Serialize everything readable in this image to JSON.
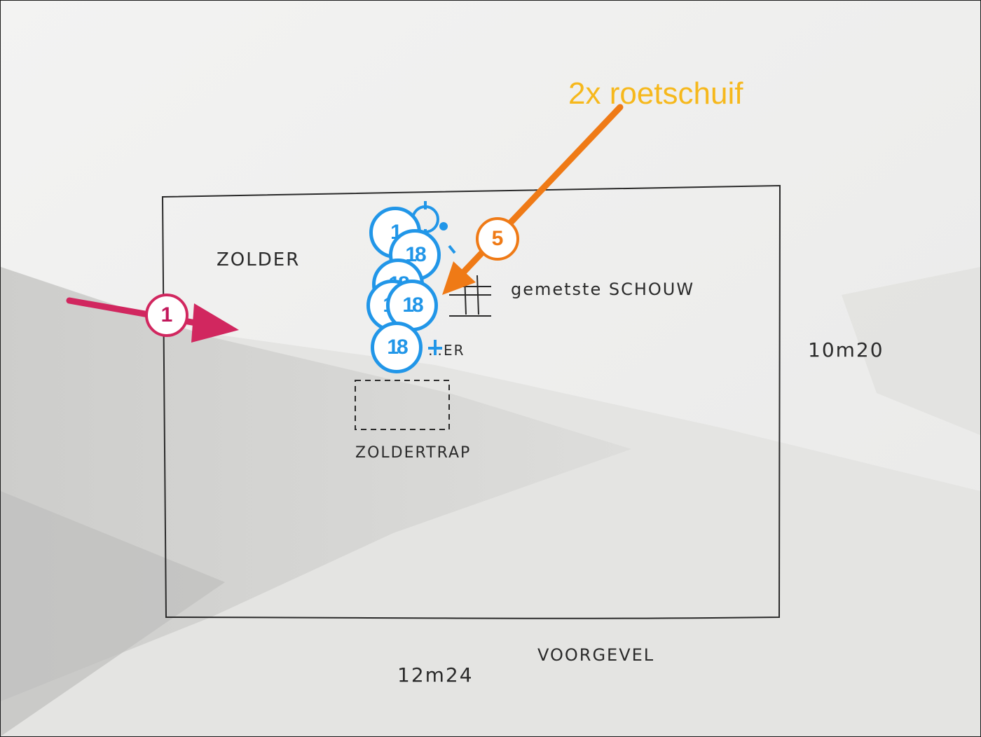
{
  "sketch": {
    "room_label": "ZOLDER",
    "chimney_label": "gemetste SCHOUW",
    "area_label": "…ER",
    "hatch_label": "ZOLDERTRAP",
    "width_label": "12m24",
    "depth_label": "10m20",
    "facade_label": "VOORGEVEL"
  },
  "annotations": {
    "text_label": "2x roetschuif",
    "badge_1": "1",
    "badge_5": "5",
    "blue_markers": [
      "1",
      "18",
      "18",
      "18",
      "18",
      "18"
    ]
  },
  "colors": {
    "pink": "#d1275f",
    "orange": "#ef7a16",
    "yellow": "#f6b81c",
    "blue": "#2196e8"
  }
}
